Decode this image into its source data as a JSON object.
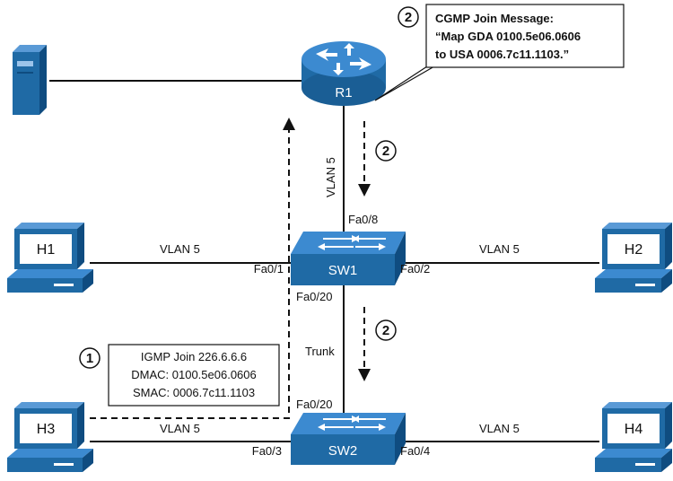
{
  "router": {
    "label": "R1"
  },
  "switches": {
    "sw1": "SW1",
    "sw2": "SW2"
  },
  "hosts": {
    "h1": "H1",
    "h2": "H2",
    "h3": "H3",
    "h4": "H4"
  },
  "links": {
    "r1_sw1_vlan": "VLAN 5",
    "h1_vlan": "VLAN 5",
    "h2_vlan": "VLAN 5",
    "h3_vlan": "VLAN 5",
    "h4_vlan": "VLAN 5",
    "trunk": "Trunk"
  },
  "ports": {
    "sw1_up": "Fa0/8",
    "sw1_left": "Fa0/1",
    "sw1_right": "Fa0/2",
    "sw1_down": "Fa0/20",
    "sw2_up": "Fa0/20",
    "sw2_left": "Fa0/3",
    "sw2_right": "Fa0/4"
  },
  "steps": {
    "one": "1",
    "two": "2"
  },
  "cgmp_callout": {
    "line1": "CGMP Join Message:",
    "line2": "“Map GDA 0100.5e06.0606",
    "line3": "to USA 0006.7c11.1103.”"
  },
  "igmp_callout": {
    "line1": "IGMP Join 226.6.6.6",
    "line2": "DMAC: 0100.5e06.0606",
    "line3": "SMAC: 0006.7c11.1103"
  },
  "icons": [
    "server-icon",
    "router-icon",
    "switch-icon",
    "pc-icon"
  ],
  "colors": {
    "device_blue": "#1f6aa5",
    "device_light": "#3c8ad0",
    "device_dark": "#0f4c80"
  }
}
